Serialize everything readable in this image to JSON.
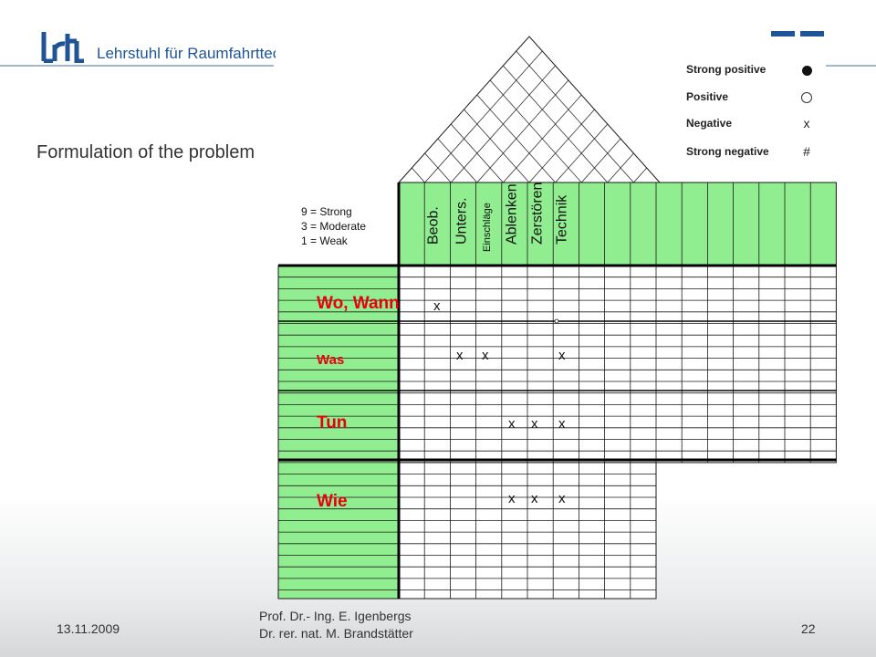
{
  "header": {
    "institution": "Lehrstuhl für Raumfahrttech"
  },
  "title": "Formulation of the problem",
  "legend": [
    {
      "label": "Strong positive",
      "symbol": "●",
      "icon": "filled-circle"
    },
    {
      "label": "Positive",
      "symbol": "○",
      "icon": "open-circle"
    },
    {
      "label": "Negative",
      "symbol": "x",
      "icon": "x-mark"
    },
    {
      "label": "Strong negative",
      "symbol": "#",
      "icon": "hash-mark"
    }
  ],
  "scale": [
    "9 = Strong",
    "3 = Moderate",
    "1 = Weak"
  ],
  "columns": [
    "Beob.",
    "Unters.",
    "Einschläge",
    "Ablenken",
    "Zerstören",
    "Technik"
  ],
  "rows": [
    {
      "label": "Wo, Wann",
      "color": "#e8000f"
    },
    {
      "label": "Was",
      "color": "#e8000f"
    },
    {
      "label": "Tun",
      "color": "#e8000f"
    },
    {
      "label": "Wie",
      "color": "#e8000f"
    }
  ],
  "marks": [
    {
      "row": "Wo, Wann",
      "column": "Beob.",
      "value": "x"
    },
    {
      "row": "Was",
      "column": "Unters.",
      "value": "x"
    },
    {
      "row": "Was",
      "column": "Einschläge",
      "value": "x"
    },
    {
      "row": "Was",
      "column": "Technik",
      "value": "x"
    },
    {
      "row": "Tun",
      "column": "Ablenken",
      "value": "x"
    },
    {
      "row": "Tun",
      "column": "Zerstören",
      "value": "x"
    },
    {
      "row": "Tun",
      "column": "Technik",
      "value": "x"
    },
    {
      "row": "Wie",
      "column": "Ablenken",
      "value": "x"
    },
    {
      "row": "Wie",
      "column": "Zerstören",
      "value": "x"
    },
    {
      "row": "Wie",
      "column": "Technik",
      "value": "x"
    }
  ],
  "colors": {
    "green": "#90ee90",
    "grid": "#1a1a1a",
    "brand": "#1f5596",
    "row_label": "#e8000f"
  },
  "footer": {
    "date": "13.11.2009",
    "author_line1": "Prof. Dr.- Ing.  E. Igenbergs",
    "author_line2": "Dr. rer. nat. M. Brandstätter",
    "page": "22"
  }
}
